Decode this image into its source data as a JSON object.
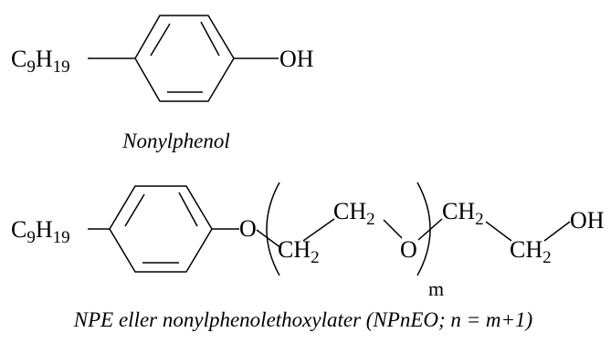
{
  "nonylphenol": {
    "substituent": {
      "main": "C",
      "sub1": "9",
      "mid": "H",
      "sub2": "19"
    },
    "oh_label": "OH",
    "caption": "Nonylphenol"
  },
  "npe": {
    "substituent": {
      "main": "C",
      "sub1": "9",
      "mid": "H",
      "sub2": "19"
    },
    "o_link": "O",
    "repeat_bottom": {
      "main": "CH",
      "sub": "2"
    },
    "repeat_top": {
      "main": "CH",
      "sub": "2"
    },
    "repeat_o": "O",
    "repeat_index": "m",
    "tail_top": {
      "main": "CH",
      "sub": "2"
    },
    "tail_bottom": {
      "main": "CH",
      "sub": "2"
    },
    "oh_label": "OH",
    "caption": "NPE eller nonylphenolethoxylater (NPnEO; n = m+1)"
  }
}
